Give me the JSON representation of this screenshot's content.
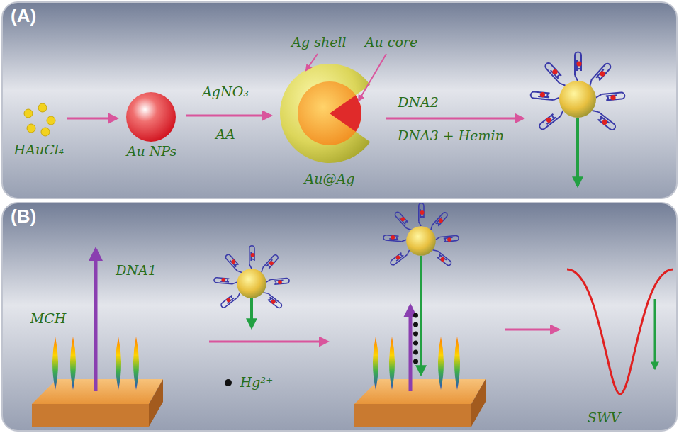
{
  "diagram": {
    "nodes": [
      {
        "text": [
          "(A)"
        ]
      },
      {
        "text": [
          "(B)"
        ]
      }
    ],
    "labels": [
      "HAuCl₄",
      "Au NPs",
      "AgNO₃",
      "AA",
      "Ag shell",
      "Au core",
      "Au@Ag",
      "DNA2",
      "DNA3 + Hemin",
      "DNA1",
      "MCH",
      "Hg²⁺",
      "SWV"
    ]
  }
}
